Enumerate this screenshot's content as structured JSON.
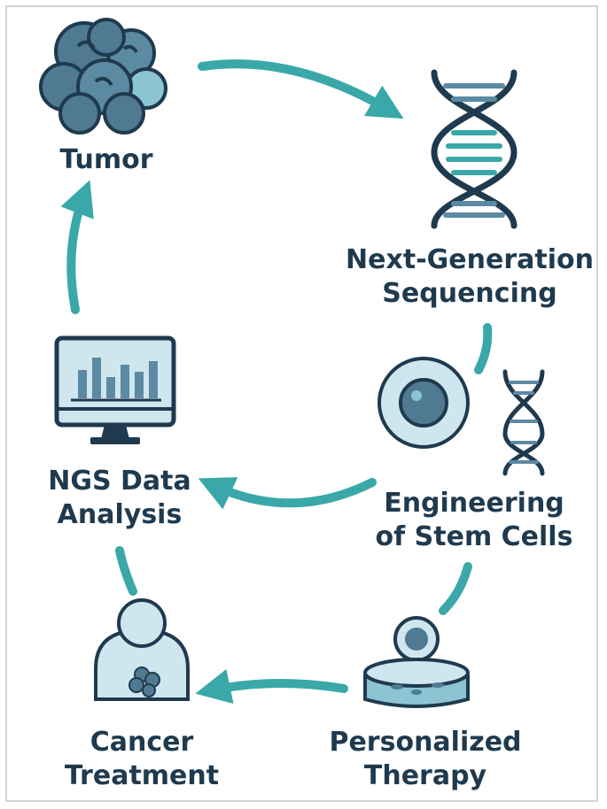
{
  "diagram": {
    "accent_color": "#3aa8a8",
    "nodes": [
      {
        "id": "tumor",
        "icon": "tumor-icon",
        "lines": [
          "Tumor"
        ]
      },
      {
        "id": "ngs",
        "icon": "dna-helix-icon",
        "lines": [
          "Next-Generation",
          "Sequencing"
        ]
      },
      {
        "id": "stem",
        "icon": "stem-cell-icon",
        "lines": [
          "Engineering",
          "of Stem Cells"
        ]
      },
      {
        "id": "therapy",
        "icon": "petri-dish-icon",
        "lines": [
          "Personalized",
          "Therapy"
        ]
      },
      {
        "id": "treatment",
        "icon": "patient-icon",
        "lines": [
          "Cancer",
          "Treatment"
        ]
      },
      {
        "id": "analysis",
        "icon": "monitor-chart-icon",
        "lines": [
          "NGS Data",
          "Analysis"
        ]
      }
    ]
  }
}
